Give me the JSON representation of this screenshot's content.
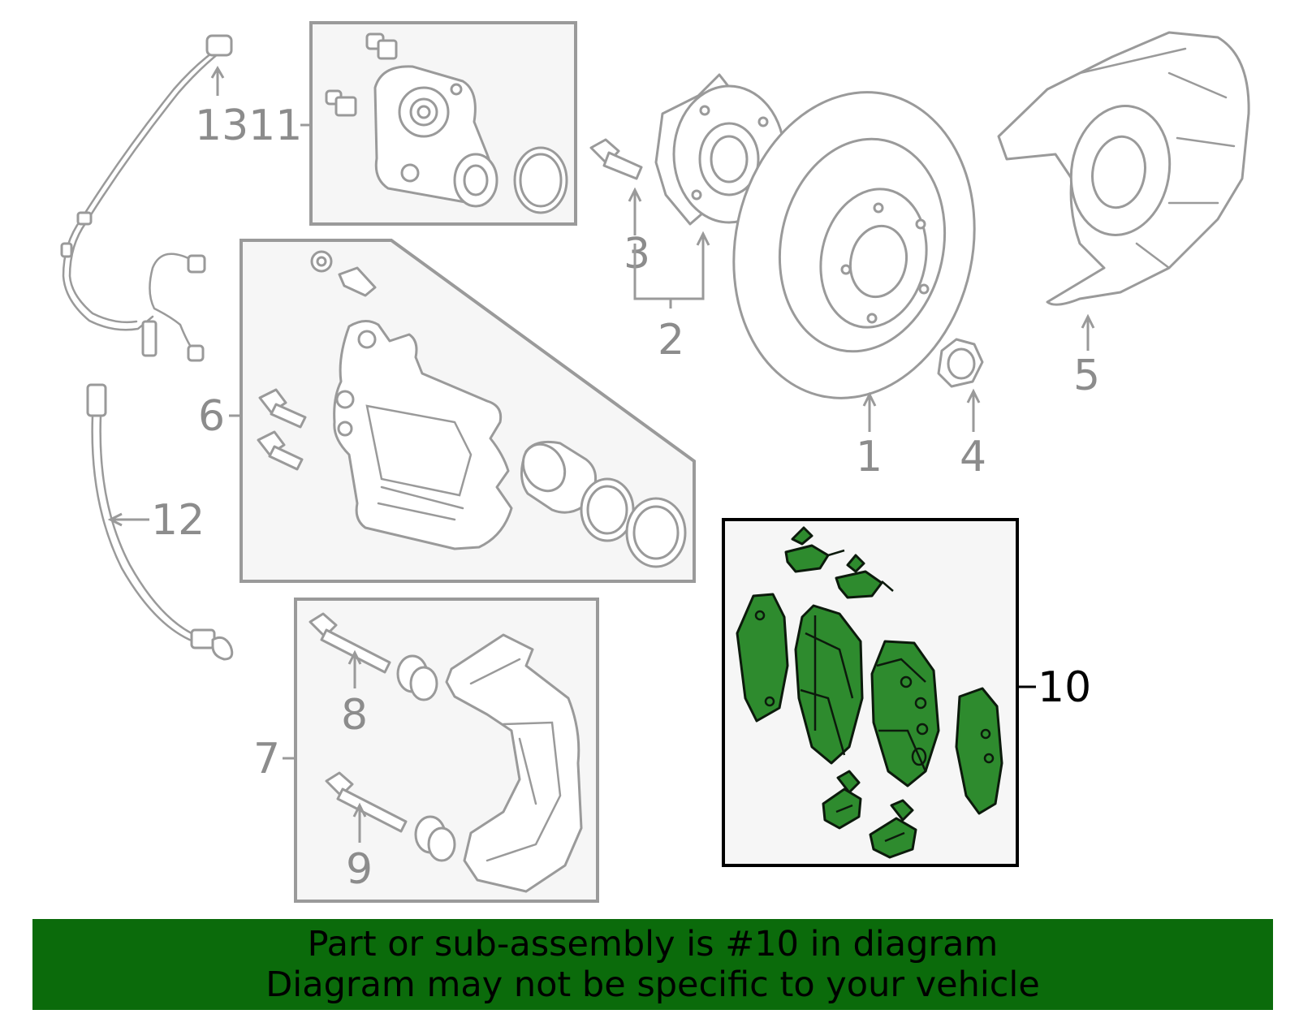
{
  "diagram": {
    "callouts": {
      "c1": "1",
      "c2": "2",
      "c3": "3",
      "c4": "4",
      "c5": "5",
      "c6": "6",
      "c7": "7",
      "c8": "8",
      "c9": "9",
      "c10": "10",
      "c12": "12",
      "c1311": "1311"
    },
    "highlighted_part": "10",
    "highlight_color": "#2e8b2e"
  },
  "banner": {
    "line1": "Part or sub-assembly is #10 in diagram",
    "line2": "Diagram may not be specific to your vehicle",
    "background": "#0b6b0b"
  }
}
